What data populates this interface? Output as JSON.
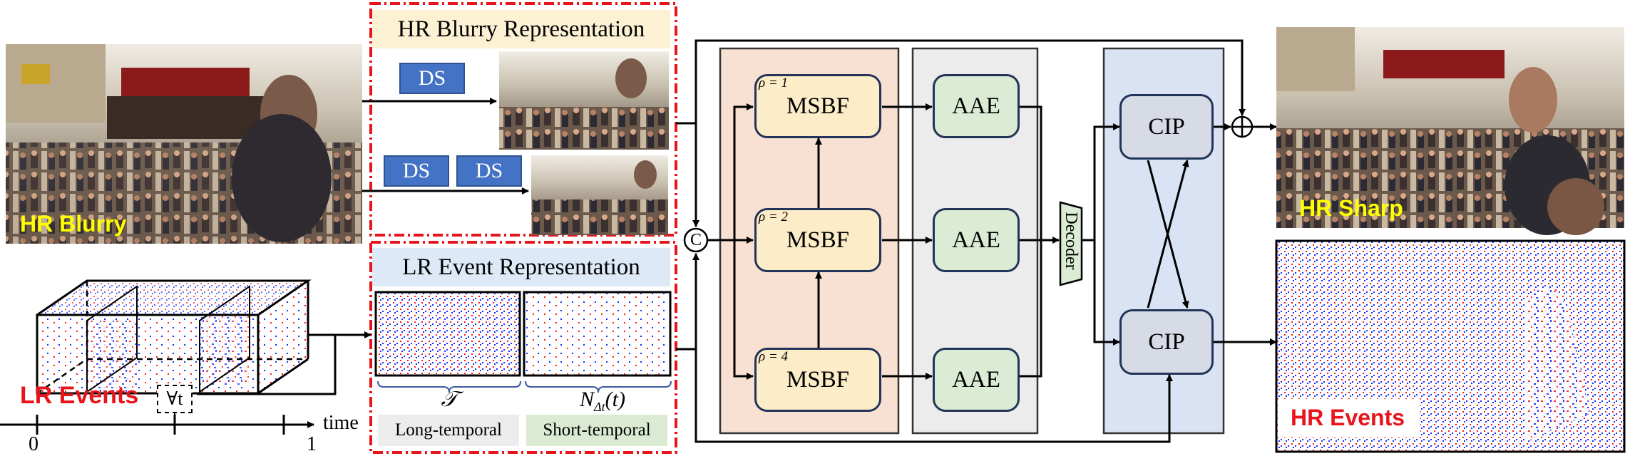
{
  "inputs": {
    "hr_blurry": "HR Blurry",
    "lr_events": "LR Events",
    "time_label": "time",
    "time_start": "0",
    "time_end": "1",
    "forall_t": "∀t"
  },
  "hr_blurry_rep": {
    "title": "HR Blurry Representation",
    "ds_label": "DS"
  },
  "lr_event_rep": {
    "title": "LR Event Representation",
    "long_symbol": "𝒯",
    "short_symbol": "N",
    "short_symbol_sub": "Δt",
    "short_symbol_arg": "(t)",
    "long_label": "Long-temporal",
    "short_label": "Short-temporal"
  },
  "network": {
    "concat": "C",
    "msbf": "MSBF",
    "aae": "AAE",
    "decoder": "Decoder",
    "cip": "CIP",
    "rho_labels": [
      "ρ = 1",
      "ρ = 2",
      "ρ = 4"
    ]
  },
  "outputs": {
    "hr_sharp": "HR Sharp",
    "hr_events": "HR Events"
  },
  "colors": {
    "dashed_red": "#e8141c",
    "label_yellow": "#ffff00",
    "label_red": "#e8141c",
    "ds_blue": "#4472c4",
    "msbf_panel": "#f8e0d2",
    "aae_panel": "#ececec",
    "cip_panel": "#d9e3f3",
    "event_red": "#ff1a1a",
    "event_blue": "#1a2cff"
  }
}
